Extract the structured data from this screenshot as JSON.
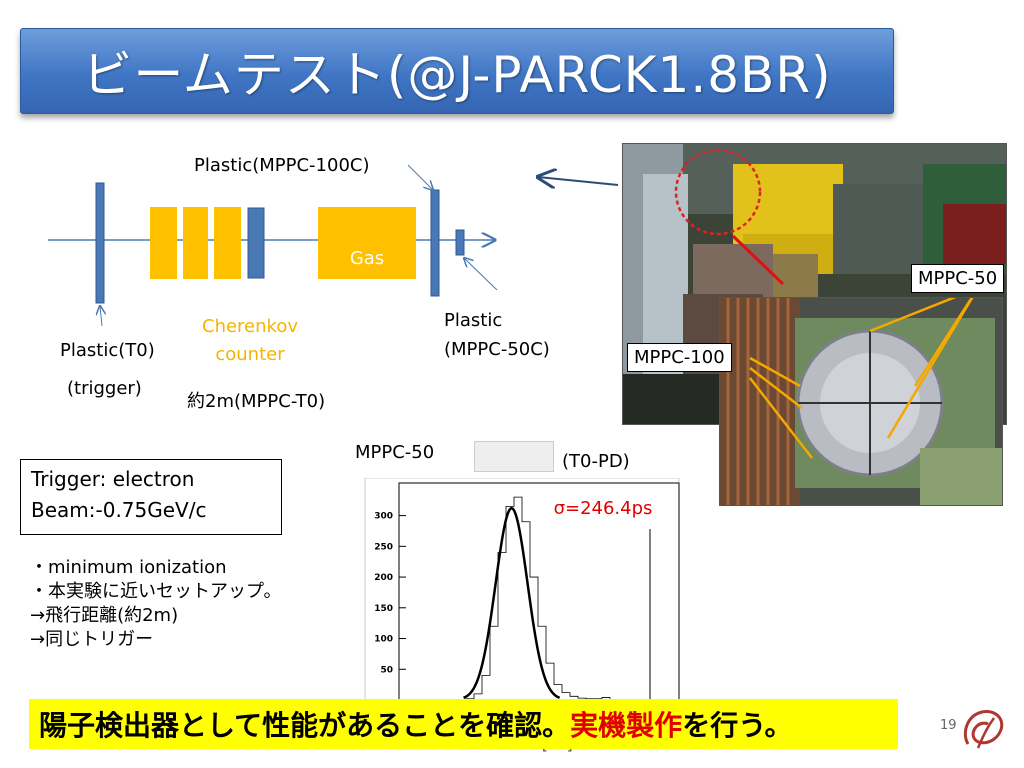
{
  "title": "ビームテスト(@J-PARCK1.8BR)",
  "diagram": {
    "label_plastic_100c": "Plastic(MPPC-100C)",
    "label_gas": "Gas",
    "label_plastic_t0": "Plastic(T0)",
    "label_trigger": "(trigger)",
    "label_cherenkov_1": "Cherenkov",
    "label_cherenkov_2": "counter",
    "label_distance": "約2m(MPPC-T0)",
    "label_plastic_50c_1": "Plastic",
    "label_plastic_50c_2": "(MPPC-50C)"
  },
  "photo": {
    "callout_mppc50": "MPPC-50",
    "callout_mppc100": "MPPC-100"
  },
  "info_box": {
    "line1": "Trigger: electron",
    "line2": "Beam:-0.75GeV/c"
  },
  "bullets": [
    "・minimum ionization",
    "・本実験に近いセットアップ。",
    "→飛行距離(約2m)",
    "→同じトリガー"
  ],
  "histogram": {
    "label_left": "MPPC-50",
    "label_right": "(T0-PD)",
    "sigma": "σ=246.4ps",
    "x_title_partial": "Meantime[ns]"
  },
  "chart_data": {
    "type": "bar",
    "title": "",
    "xlabel": "Meantime[ns]",
    "ylabel": "",
    "y_ticks": [
      50,
      100,
      150,
      200,
      250,
      300
    ],
    "ylim": [
      0,
      340
    ],
    "values": [
      0,
      0,
      0,
      2,
      10,
      40,
      120,
      240,
      315,
      330,
      290,
      200,
      120,
      60,
      25,
      12,
      6,
      3,
      2,
      2,
      4,
      1,
      0,
      0,
      0
    ],
    "fit": "gaussian",
    "fit_peak": 312,
    "sigma_ps": 246.4
  },
  "conclusion": {
    "part1": "陽子検出器として性能があることを確認。",
    "part2": "実機製作",
    "part3": "を行う。"
  },
  "page_number": "19",
  "colors": {
    "title_blue": "#3f76c4",
    "detector_blue": "#4a78b4",
    "cherenkov_orange": "#ffc000",
    "callout_arrow": "#f5a800",
    "highlight_yellow": "#ffff00",
    "emphasis_red": "#e00000"
  }
}
